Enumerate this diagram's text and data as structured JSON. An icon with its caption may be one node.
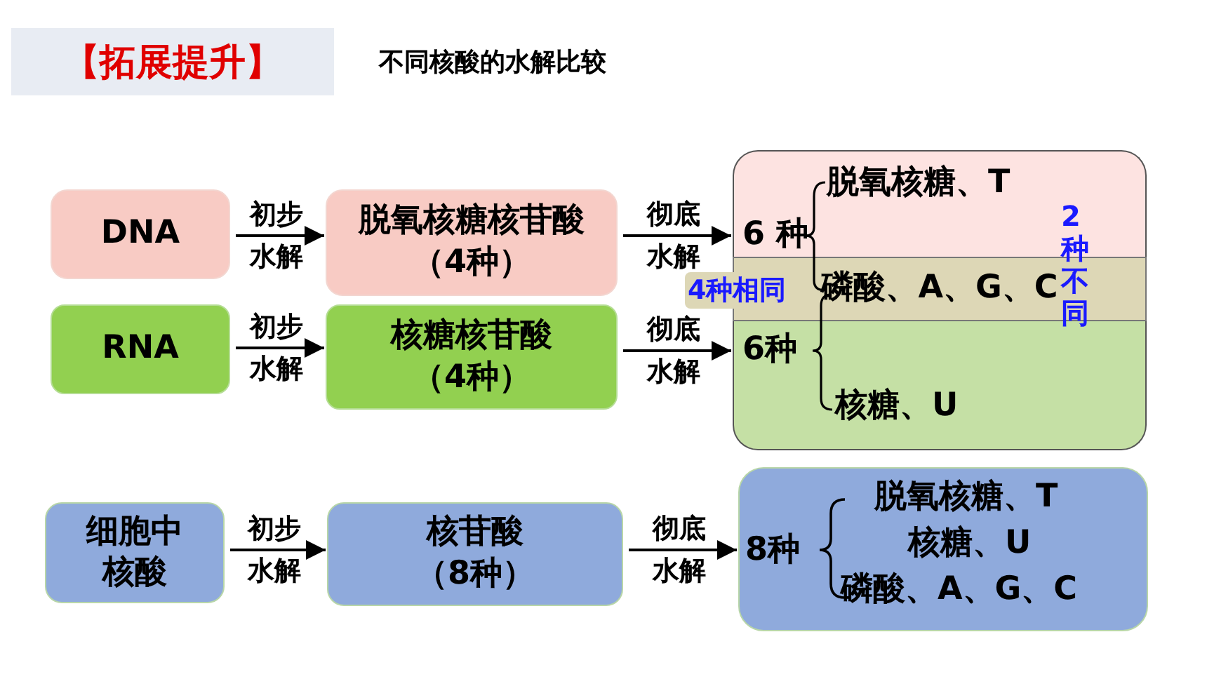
{
  "diagram": {
    "title": "【拓展提升】",
    "nodes": [
      {
        "text": [
          "DNA"
        ]
      },
      {
        "text": [
          "脱氧核糖核苷酸",
          "（**4**种）"
        ]
      },
      {
        "text": [
          "RNA"
        ]
      },
      {
        "text": [
          "核糖核苷酸",
          "（**4**种）"
        ]
      },
      {
        "text": [
          "**6** 种",
          "脱氧核糖、T"
        ]
      },
      {
        "text": [
          "**6**种",
          "核糖、U"
        ]
      },
      {
        "text": [
          "磷酸、A、G、C"
        ]
      },
      {
        "text": [
          "细胞中核酸"
        ]
      },
      {
        "text": [
          "核苷酸",
          "（**8**种）"
        ]
      },
      {
        "text": [
          "**8**种",
          "脱氧核糖、T",
          "核糖、U",
          "磷酸、A、G、C"
        ]
      }
    ],
    "edges": [
      {
        "from": 0,
        "to": 1,
        "arrow": "to",
        "label": "初步水解"
      },
      {
        "from": 1,
        "to": 4,
        "arrow": "to",
        "label": "彻底水解"
      },
      {
        "from": 2,
        "to": 3,
        "arrow": "to",
        "label": "初步水解"
      },
      {
        "from": 3,
        "to": 5,
        "arrow": "to",
        "label": "彻底水解"
      },
      {
        "from": 7,
        "to": 8,
        "arrow": "to",
        "label": "初步水解"
      },
      {
        "from": 8,
        "to": 9,
        "arrow": "to",
        "label": "彻底水解"
      }
    ],
    "labels": [
      "不同核酸的水解比较",
      "4种相同",
      "2种不同"
    ]
  }
}
